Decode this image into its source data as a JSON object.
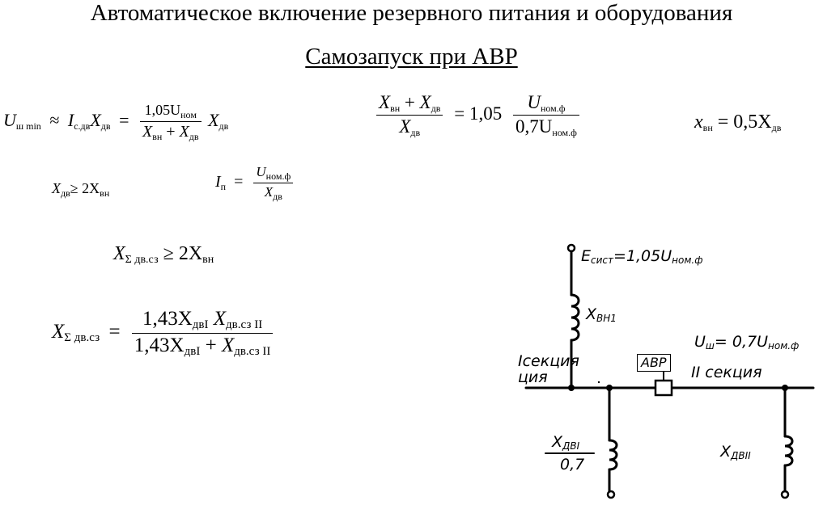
{
  "document": {
    "title": "Автоматическое включение резервного питания и оборудования",
    "subtitle": "Самозапуск при АВР"
  },
  "formulas": {
    "f1": {
      "lhs_main": "U",
      "lhs_sub": "ш min",
      "approx": "≈",
      "i_main": "I",
      "i_sub": "с.дв",
      "x_main": "X",
      "x_sub": "дв",
      "eq": "=",
      "num_coef": "1,05U",
      "num_sub": "ном",
      "den_a": "X",
      "den_a_sub": "вн",
      "plus": "+",
      "den_b": "X",
      "den_b_sub": "дв",
      "tail_main": "X",
      "tail_sub": "дв"
    },
    "f2": {
      "num_a": "X",
      "num_a_sub": "вн",
      "plus": "+",
      "num_b": "X",
      "num_b_sub": "дв",
      "den": "X",
      "den_sub": "дв",
      "eq": "= 1,05",
      "r_num": "U",
      "r_num_sub": "ном.ф",
      "r_den": "0,7U",
      "r_den_sub": "ном.ф"
    },
    "f3": {
      "lhs": "x",
      "lhs_sub": "вн",
      "eq": "= 0,5X",
      "rhs_sub": "дв"
    },
    "f4": {
      "lhs": "X",
      "lhs_sub": "дв",
      "rel": "≥ 2X",
      "rhs_sub": "вн"
    },
    "f5": {
      "lhs": "I",
      "lhs_sub": "п",
      "eq": "=",
      "num": "U",
      "num_sub": "ном.ф",
      "den": "X",
      "den_sub": "дв"
    },
    "f6": {
      "lhs": "X",
      "lhs_sub": "Σ дв.сз",
      "rel": "≥ 2X",
      "rhs_sub": "вн"
    },
    "f7": {
      "lhs": "X",
      "lhs_sub": "Σ дв.сз",
      "eq": "=",
      "num_a": "1,43X",
      "num_a_sub": "двI",
      "num_b": "X",
      "num_b_sub": "дв.сз II",
      "den_a": "1,43X",
      "den_a_sub": "двI",
      "plus": "+",
      "den_b": "X",
      "den_b_sub": "дв.сз II"
    }
  },
  "diagram": {
    "e_sist_main": "E",
    "e_sist_sub": "сист",
    "e_sist_eq": "=1,05U",
    "e_sist_tail_sub": "ном.ф",
    "x_vn1_main": "X",
    "x_vn1_sub": "ВН1",
    "u_sh_main": "U",
    "u_sh_sub": "ш",
    "u_sh_eq": "= 0,7U",
    "u_sh_tail_sub": "ном.ф",
    "section1_line1": "I секция",
    "section1_line1a": "I",
    "section1_line1b": "секция",
    "section1_line2": "ция",
    "section1_top": "Iсекция",
    "sec1_a": "I секция",
    "avr_label": "АВР",
    "section2_label": "II секция",
    "x_dv1_main": "X",
    "x_dv1_sub": "ДВI",
    "x_dv1_den": "0,7",
    "x_dv2_main": "X",
    "x_dv2_sub": "ДВII"
  }
}
